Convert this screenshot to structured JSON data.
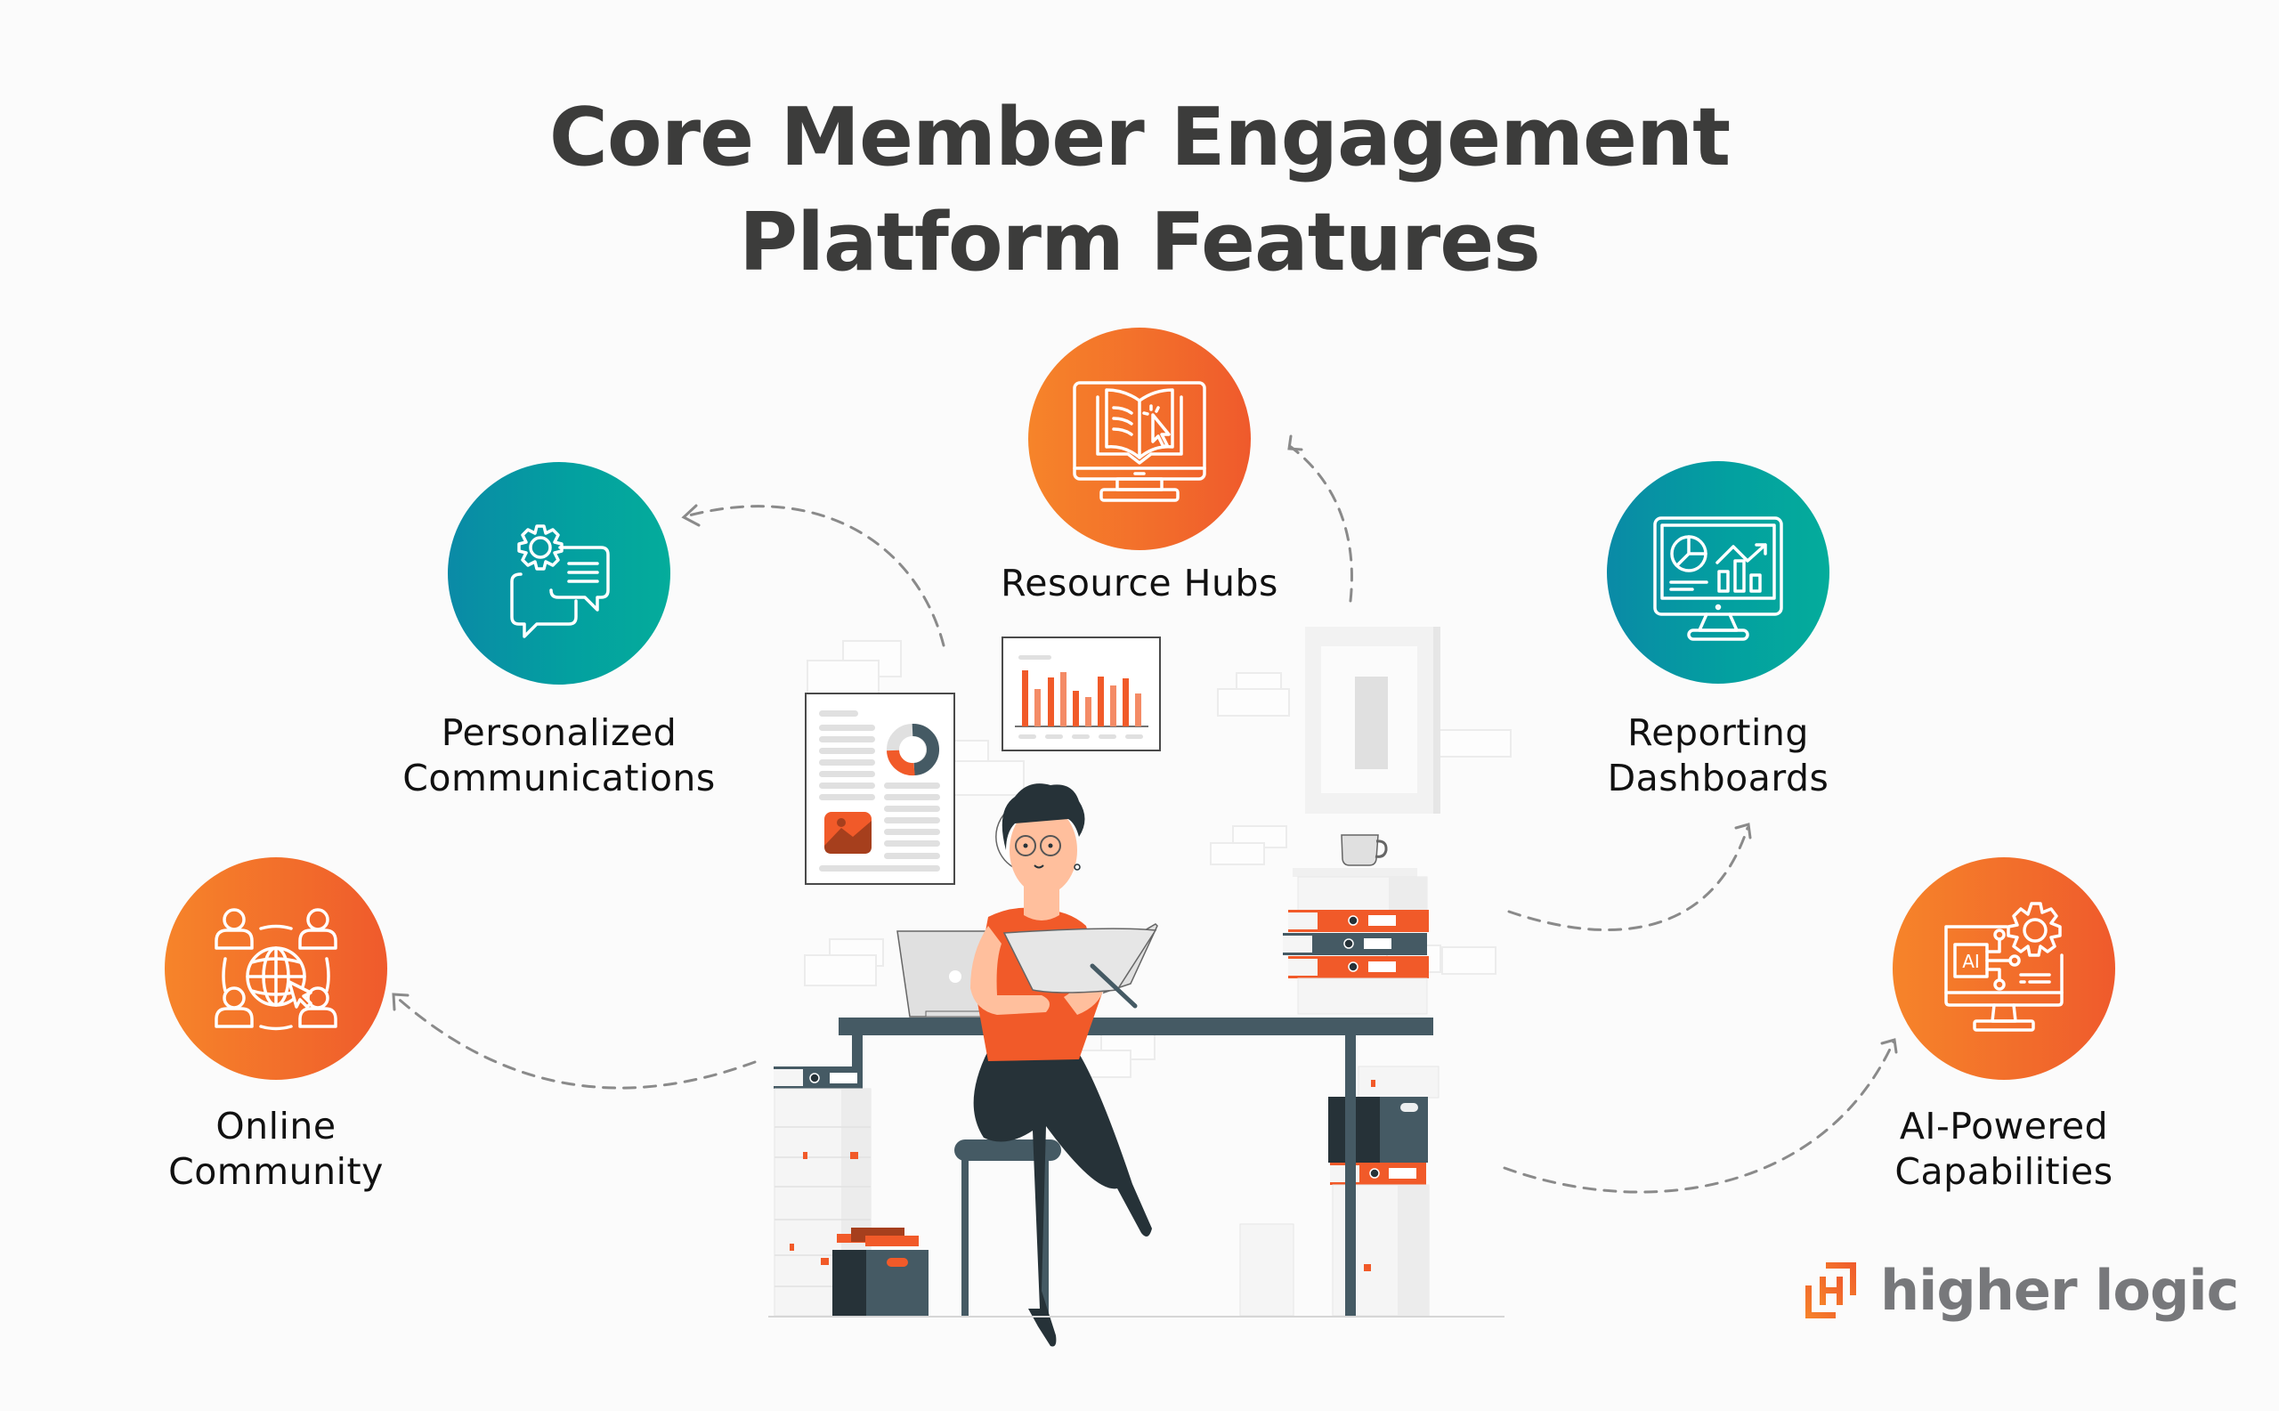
{
  "header": {
    "title_line1": "Core Member Engagement",
    "title_line2": "Platform Features"
  },
  "colors": {
    "orange_start": "#f6842a",
    "orange_end": "#ef5a2c",
    "teal_start": "#0a8aa6",
    "teal_end": "#04ac9b",
    "title_text": "#3c3c3b",
    "label_text": "#111111",
    "arrow": "#8a8a8a",
    "logo_gray": "#77787b",
    "logo_orange": "#f26522"
  },
  "features": [
    {
      "id": "resource-hubs",
      "label_line1": "Resource Hubs",
      "label_line2": "",
      "color": "orange",
      "icon": "monitor-book-cursor-icon"
    },
    {
      "id": "personalized-communications",
      "label_line1": "Personalized",
      "label_line2": "Communications",
      "color": "teal",
      "icon": "gear-chat-bubbles-icon"
    },
    {
      "id": "reporting-dashboards",
      "label_line1": "Reporting",
      "label_line2": "Dashboards",
      "color": "teal",
      "icon": "monitor-dashboard-chart-icon"
    },
    {
      "id": "online-community",
      "label_line1": "Online",
      "label_line2": "Community",
      "color": "orange",
      "icon": "globe-people-network-icon"
    },
    {
      "id": "ai-powered-capabilities",
      "label_line1": "AI-Powered",
      "label_line2": "Capabilities",
      "color": "orange",
      "icon": "monitor-ai-gear-icon",
      "icon_text": "AI"
    }
  ],
  "illustration": {
    "description": "Person at desk with laptop, clipboard, binders, document and chart boards",
    "chart_bars": [
      88,
      58,
      77,
      84,
      56,
      46,
      79,
      65,
      76,
      52
    ]
  },
  "logo": {
    "text": "higher logic",
    "mark": "H-bracket-logo-icon"
  }
}
